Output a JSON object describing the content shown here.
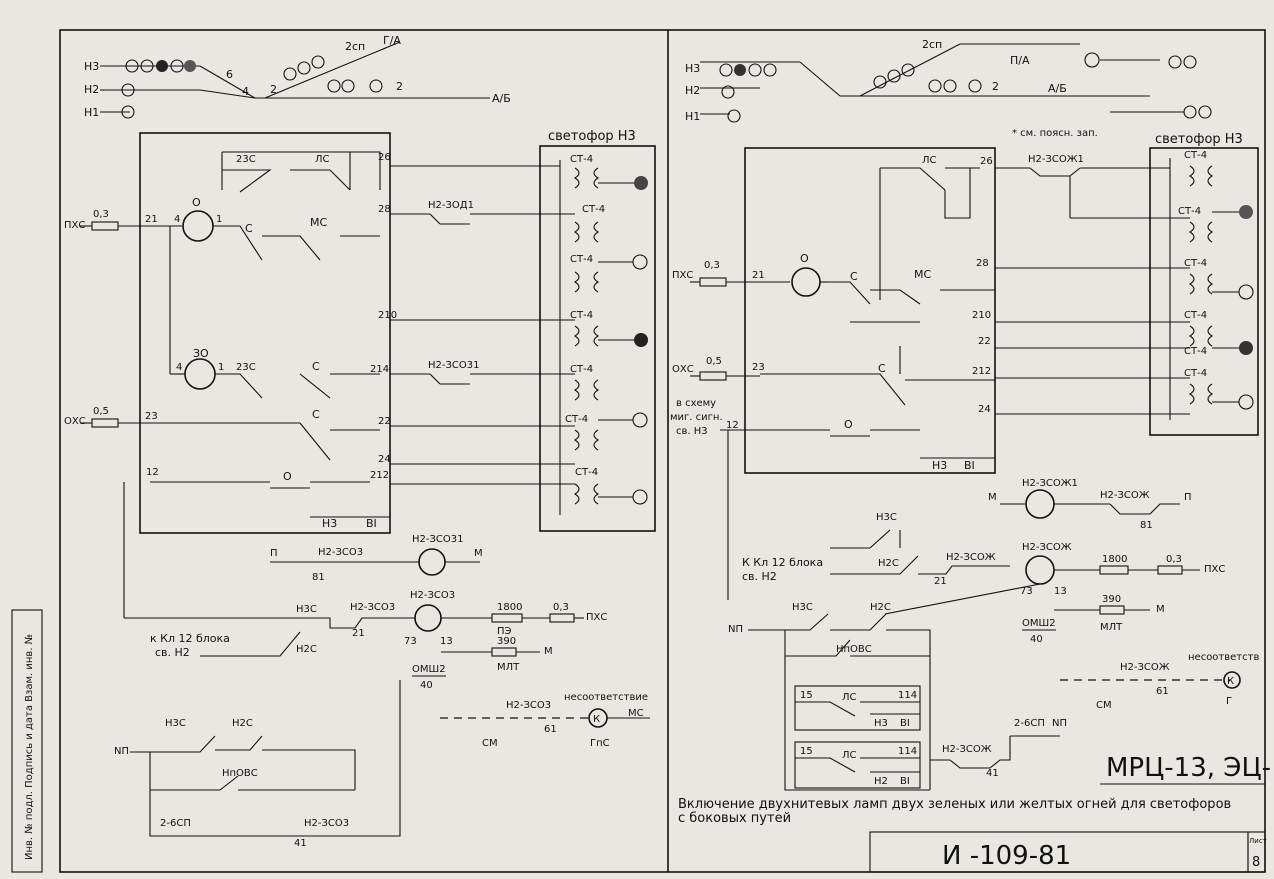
{
  "left": {
    "tracks": [
      "Н3",
      "Н2",
      "Н1"
    ],
    "switches": [
      "6",
      "4",
      "2"
    ],
    "switch_2sp": "2сп",
    "dir_ga": "Г/А",
    "dir_ab": "А/Б",
    "track_2": "2",
    "signal_title": "светофор Н3",
    "lamp_sections": [
      "СТ-4",
      "СТ-4",
      "СТ-4",
      "СТ-4",
      "СТ-4",
      "СТ-4",
      "СТ-4"
    ],
    "box_label": "Н3",
    "box_label2": "ВI",
    "pks": "ПХС",
    "oks": "ОХС",
    "fuse1": "0,3",
    "fuse2": "0,5",
    "n21": "21",
    "n23": "23",
    "n12": "12",
    "n4": "4",
    "n1": "1",
    "relay_o": "О",
    "relay_zo": "ЗО",
    "c_23s": "23С",
    "c_ls": "ЛС",
    "c_s": "С",
    "c_ms": "МС",
    "c_o": "О",
    "wire_nums": [
      "26",
      "28",
      "210",
      "214",
      "22",
      "24",
      "212"
    ],
    "relay_n2zod1": "Н2-ЗОД1",
    "relay_n2zso1": "Н2-ЗСО3",
    "relay_n2zs03": "Н2-ЗСО3",
    "relay_top": "Н2-ЗСО31",
    "relay_coil1": "Н2-ЗСО3",
    "p": "П",
    "m": "М",
    "n81": "81",
    "k_kl": "к Кл 12 блока",
    "sv_n2": "св. Н2",
    "n3s": "Н3С",
    "n2s": "Н2С",
    "n73": "73",
    "n13": "13",
    "pe": "ПЭ",
    "r1800": "1800",
    "r390": "390",
    "mlt": "МЛТ",
    "omsh": "ОМШ2",
    "n40": "40",
    "nesootv": "несоответствие",
    "ms_out": "МС",
    "gps": "ГпС",
    "k_sym": "К",
    "sm": "СМ",
    "n61": "61",
    "np": "NП",
    "npovs": "НпОВС",
    "sp26": "2-6СП",
    "n41": "41"
  },
  "right": {
    "tracks": [
      "Н3",
      "Н2",
      "Н1"
    ],
    "switch_2sp": "2сп",
    "dir_pa": "П/А",
    "dir_ab": "А/Б",
    "track_2": "2",
    "note": "* см. поясн. зап.",
    "signal_title": "светофор Н3",
    "lamp_sections": [
      "СТ-4",
      "СТ-4",
      "СТ-4",
      "СТ-4",
      "СТ-4",
      "СТ-4"
    ],
    "relay_zsoj": "Н2-ЗСОЖ1",
    "wire_nums": [
      "26",
      "28",
      "210",
      "22",
      "212",
      "24"
    ],
    "n21": "21",
    "n23": "23",
    "n12": "12",
    "fuse1": "0,3",
    "fuse2": "0,5",
    "pks": "ПХС",
    "oks": "ОХС",
    "v_shemu": "в схему",
    "mig": "миг. сигн.",
    "sv_n3": "св. Н3",
    "box_label": "Н3",
    "box_label2": "ВI",
    "coil1": "Н2-ЗСОЖ1",
    "coil1b": "Н2-ЗСОЖ",
    "m": "М",
    "p": "П",
    "n81": "81",
    "k_kl": "К Кл 12 блока",
    "sv_n2": "св. Н2",
    "n3s": "Н3С",
    "n2s": "Н2С",
    "coil2": "Н2-ЗСОЖ",
    "r1800": "1800",
    "fuse3": "0,3",
    "r390": "390",
    "mlt": "МЛТ",
    "omsh": "ОМШ2",
    "n40": "40",
    "n73": "73",
    "n13": "13",
    "nesootv": "несоответств",
    "g": "Г",
    "k_sym": "К",
    "sm": "СМ",
    "n61": "61",
    "np": "NП",
    "npovs": "НпОВС",
    "n15": "15",
    "n114": "114",
    "ls": "ЛС",
    "sp26": "2-6СП",
    "n41": "41",
    "box_n3": "Н3",
    "box_n2": "Н2",
    "box_v1": "ВI",
    "c_ls": "ЛС",
    "c_s": "С",
    "c_ms": "МС",
    "c_o": "О",
    "relay_o": "О"
  },
  "stamp": {
    "code": "МРЦ-13, ЭЦ-",
    "number": "И -109-81",
    "sheet_label": "Лист",
    "sheet_no": "8",
    "caption_1": "Включение двухнитевых ламп двух зеленых или желтых огней для светофоров",
    "caption_2": "с боковых путей",
    "margin_text": "Инв. № подл. Подпись и дата Взам. инв. №"
  }
}
